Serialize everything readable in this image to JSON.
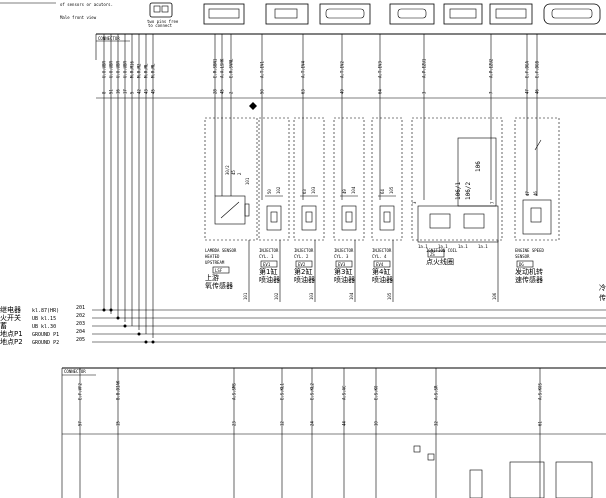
{
  "header": {
    "note_line1": "of sensors or acutors.",
    "note_line2": "Male front view",
    "two_pins_free": "two pins free",
    "to_connect": "to connect"
  },
  "top_connector_label": "CONNECTOR",
  "bottom_connector_label": "CONNECTOR",
  "top_wires": [
    {
      "label": "U.U.UBR",
      "pin": "8"
    },
    {
      "label": "U.U.UBR",
      "pin": "51"
    },
    {
      "label": "U.U.UBR",
      "pin": "16"
    },
    {
      "label": "U.U.UBR",
      "pin": "17"
    },
    {
      "label": "M.R.M16",
      "pin": "5"
    },
    {
      "label": "M.R.M2",
      "pin": "42"
    },
    {
      "label": "M.R.ML",
      "pin": "43"
    },
    {
      "label": "M.R.ML",
      "pin": "45"
    },
    {
      "label": "E.R.SBN1",
      "pin": "28"
    },
    {
      "label": "A.A.LSHK",
      "pin": "45"
    },
    {
      "label": "E.R.SVNL",
      "pin": "2"
    },
    {
      "label": "A.T.EV1",
      "pin": "50"
    },
    {
      "label": "A.T.EV4",
      "pin": "63"
    },
    {
      "label": "A.T.EV2",
      "pin": "49"
    },
    {
      "label": "A.T.EV3",
      "pin": "64"
    },
    {
      "label": "A.P.EZU1",
      "pin": "3"
    },
    {
      "label": "A.P.EZU2",
      "pin": "7"
    },
    {
      "label": "E.F.DGA",
      "pin": "47"
    },
    {
      "label": "E.F.DGB",
      "pin": "46"
    }
  ],
  "components": [
    {
      "en1": "LAMBDA SENSOR",
      "en2": "HEATED",
      "en3": "UPSTREAM",
      "code": "LSF",
      "cn1": "上游",
      "cn2": "氧传感器",
      "pins": [
        "30/2",
        "45",
        "2",
        "101"
      ],
      "out": "101"
    },
    {
      "en1": "INJECTOR",
      "en2": "CYL. 1",
      "code": "EV1",
      "cn1": "第1缸",
      "cn2": "喷油器",
      "pins": [
        "50",
        "102"
      ],
      "out": "102"
    },
    {
      "en1": "INJECTOR",
      "en2": "CYL. 2",
      "code": "EV2",
      "cn1": "第2缸",
      "cn2": "喷油器",
      "pins": [
        "63",
        "103"
      ],
      "out": "103"
    },
    {
      "en1": "INJECTOR",
      "en2": "CYL. 3",
      "code": "EV3",
      "cn1": "第3缸",
      "cn2": "喷油器",
      "pins": [
        "49",
        "104"
      ],
      "out": "104"
    },
    {
      "en1": "INJECTOR",
      "en2": "CYL. 4",
      "code": "EV4",
      "cn1": "第4缸",
      "cn2": "喷油器",
      "pins": [
        "64",
        "105"
      ],
      "out": "105"
    },
    {
      "en1": "IGNITION COIL",
      "code": "ZS",
      "cn1": "点火线圈",
      "pins": [
        "3",
        "106/1",
        "106/2",
        "106",
        "7"
      ],
      "out": "106"
    },
    {
      "en1": "ENGINE SPEED",
      "en2": "SENSOR",
      "code": "DG",
      "cn1": "发动机转",
      "cn2": "速传感器",
      "pins": [
        "47",
        "46"
      ]
    }
  ],
  "buses": [
    {
      "cn": "继电器",
      "en": "kl.87(HR)",
      "num": "201"
    },
    {
      "cn": "火开关",
      "en": "UB kl.15",
      "num": "202"
    },
    {
      "cn": "蓄",
      "en": "UB kl.30",
      "num": "203"
    },
    {
      "cn": "地点P1",
      "en": "GROUND P1",
      "num": "204"
    },
    {
      "cn": "地点P2",
      "en": "GROUND P2",
      "num": "205"
    }
  ],
  "bottom_wires": [
    {
      "label": "E.F.VF2",
      "pin": "57"
    },
    {
      "label": "B.B.DIAK",
      "pin": "15"
    },
    {
      "label": "A.S.SMS",
      "pin": "23"
    },
    {
      "label": "E.S.KL1",
      "pin": "12"
    },
    {
      "label": "E.S.KL2",
      "pin": "24"
    },
    {
      "label": "A.S.AC",
      "pin": "44"
    },
    {
      "label": "E.S.KO",
      "pin": "10"
    },
    {
      "label": "A.S.SR",
      "pin": "32"
    },
    {
      "label": "A.S.KOS",
      "pin": "61"
    }
  ],
  "misc": {
    "cut_char1": "冷",
    "cut_char2": "传",
    "coil_pins": [
      "1a.1",
      "1a.1",
      "1a.1",
      "1a.1"
    ]
  }
}
